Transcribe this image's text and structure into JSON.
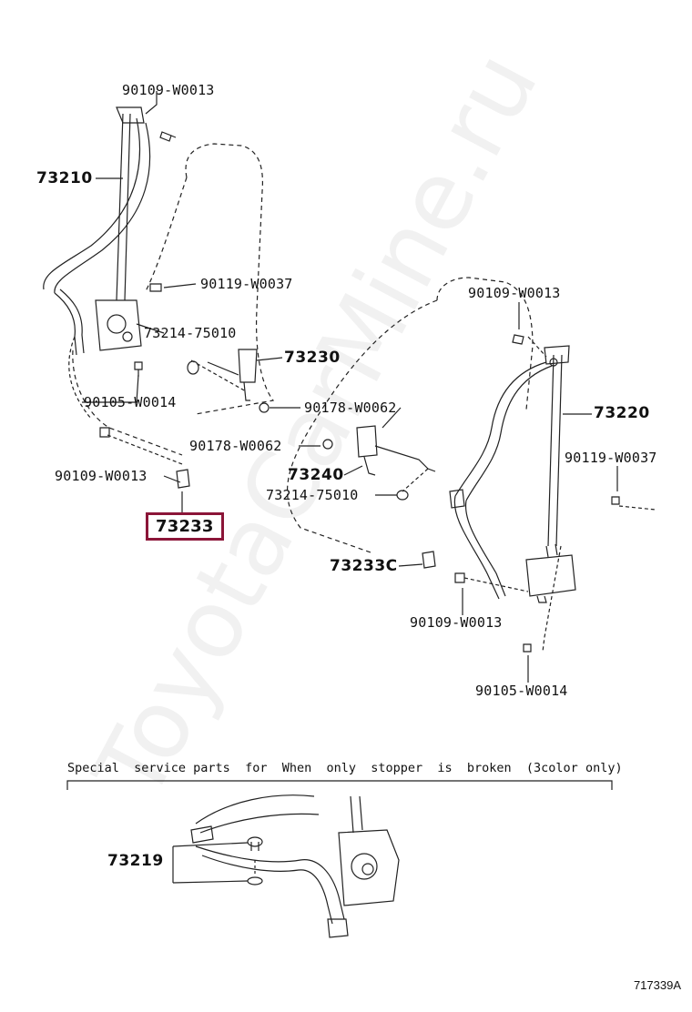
{
  "watermark": "ToyotaCarMine.ru",
  "diagram_code": "717339A",
  "note": "Special  service parts  for  When  only  stopper  is  broken  (3color only)",
  "parts": {
    "p_90109_top": "90109-W0013",
    "p_73210": "73210",
    "p_90119_left": "90119-W0037",
    "p_73214_left": "73214-75010",
    "p_73230": "73230",
    "p_90105_left": "90105-W0014",
    "p_90178_upper": "90178-W0062",
    "p_90109_left": "90109-W0013",
    "p_73233": "73233",
    "p_90109_right": "90109-W0013",
    "p_73220": "73220",
    "p_90119_right": "90119-W0037",
    "p_90178_lower": "90178-W0062",
    "p_73240": "73240",
    "p_73214_right": "73214-75010",
    "p_73233C": "73233C",
    "p_90109_lower": "90109-W0013",
    "p_90105_right": "90105-W0014",
    "p_73219": "73219"
  },
  "colors": {
    "line": "#222222",
    "highlight": "#8b1538",
    "watermark": "#b0b0b0"
  }
}
